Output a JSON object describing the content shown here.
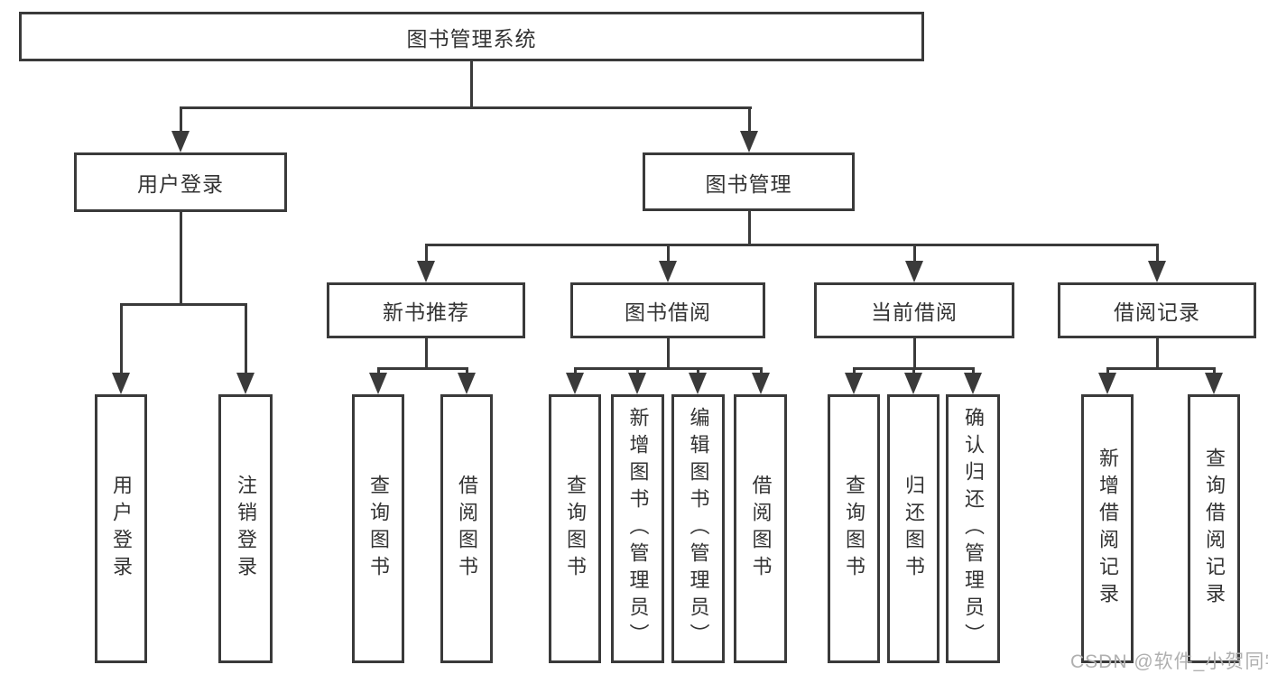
{
  "diagram": {
    "root": {
      "label": "图书管理系统"
    },
    "branches": [
      {
        "label": "用户登录",
        "children": [
          {
            "label": "用户登录"
          },
          {
            "label": "注销登录"
          }
        ]
      },
      {
        "label": "图书管理",
        "sections": [
          {
            "label": "新书推荐",
            "children": [
              {
                "label": "查询图书"
              },
              {
                "label": "借阅图书"
              }
            ]
          },
          {
            "label": "图书借阅",
            "children": [
              {
                "label": "查询图书"
              },
              {
                "label": "新增图书（管理员）"
              },
              {
                "label": "编辑图书（管理员）"
              },
              {
                "label": "借阅图书"
              }
            ]
          },
          {
            "label": "当前借阅",
            "children": [
              {
                "label": "查询图书"
              },
              {
                "label": "归还图书"
              },
              {
                "label": "确认归还（管理员）"
              }
            ]
          },
          {
            "label": "借阅记录",
            "children": [
              {
                "label": "新增借阅记录"
              },
              {
                "label": "查询借阅记录"
              }
            ]
          }
        ]
      }
    ]
  },
  "watermark": {
    "text": "CSDN @软件_小贺同学"
  },
  "colors": {
    "line": "#3a3a3a",
    "text": "#333333",
    "watermark": "#b0b0b0",
    "background": "#ffffff"
  }
}
